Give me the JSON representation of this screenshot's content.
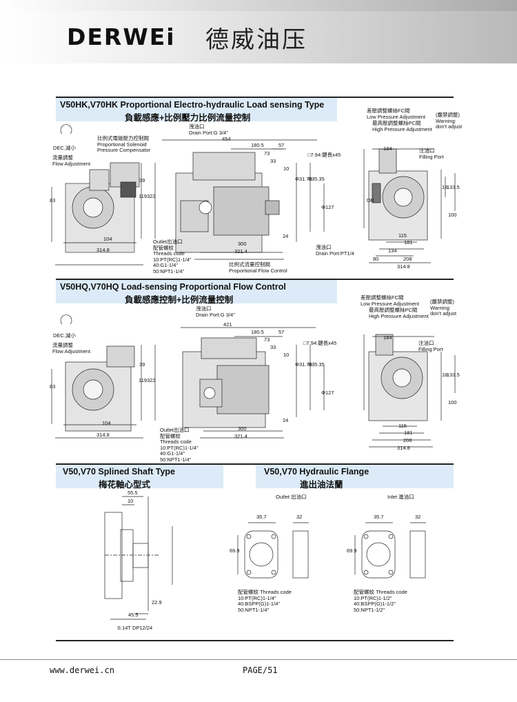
{
  "header": {
    "brand": "DERWEi",
    "brand_cn": "德威油压"
  },
  "section1": {
    "title_en": "V50HK,V70HK Proportional Electro-hydraulic Load sensing Type",
    "title_cn": "負載感應+比例壓力比例流量控制",
    "labels": {
      "dec": "DEC.減小",
      "flow_adj": "流量調整\nFlow Adjustment",
      "solenoid": "比例式電磁壓力控制閥\nProportional Solenoid\nPressure Compensator",
      "drain": "洩油口\nDrain Port:G 3/4\"",
      "outlet": "Outlet出油口\n配管螺紋\nThreads code\n10:PT(RC)1-1/4\"\n40:G1-1/4\"\n50:NPT1-1/4\"",
      "prop_flow": "比例式流量控制閥\nProportional Flow Control",
      "drain2": "洩油口\nDrain Port:PT1/4",
      "low_adj": "差壓調整螺絲FC閥\nLow Pressure Adjustment",
      "high_adj": "最高壓調整螺絲PC閥\nHigh Pressure Adjustment",
      "warning": "(嚴禁調整)\nWarning:\ndon't adjust",
      "filling": "注油口\nFilling Port",
      "key": "□7.94:鍵長x45",
      "dr": "DR"
    },
    "dims": {
      "d454": "454",
      "d180_5": "180.5",
      "d57": "57",
      "d73": "73",
      "d33": "33",
      "d10": "10",
      "d300": "300",
      "d321_4": "321.4",
      "d24": "24",
      "d104": "104",
      "d314_8": "314.8",
      "d83": "83",
      "d39": "39",
      "d119": "119",
      "d322": "322",
      "d184": "184",
      "d115": "115",
      "d181": "181",
      "d134": "134",
      "d80": "80",
      "d208": "208",
      "d314_8b": "314.8",
      "d18": "18",
      "d133_5": "133.5",
      "d100": "100",
      "phi31": "Φ31.75",
      "phi35": "Φ35.35",
      "phi127": "Φ127"
    }
  },
  "section2": {
    "title_en": "V50HQ,V70HQ Load-sensing Proportional Flow Control",
    "title_cn": "負載感應控制+比例流量控制",
    "labels": {
      "dec": "DEC.減小",
      "flow_adj": "流量調整\nFlow Adjustment",
      "drain": "洩油口\nDrain Port:G 3/4\"",
      "outlet": "Outlet出油口\n配管螺紋\nThreads code\n10:PT(RC)1-1/4\"\n40:G1-1/4\"\n50:NPT1-1/4\"",
      "low_adj": "差壓調整螺絲FC閥\nLow Pressure Adjustment",
      "high_adj": "最高壓調整螺絲PC閥\nHigh Pressure Adjustment",
      "warning": "(嚴禁調整)\nWarning:\ndon't adjust",
      "filling": "注油口\nFilling Port",
      "key": "□7.94:鍵長x45"
    },
    "dims": {
      "d421": "421",
      "d180_5": "180.5",
      "d57": "57",
      "d73": "73",
      "d33": "33",
      "d10": "10",
      "d300": "300",
      "d321_4": "321.4",
      "d24": "24",
      "d104": "104",
      "d314_8": "314.8",
      "d83": "83",
      "d39": "39",
      "d119": "119",
      "d322": "322",
      "d184": "184",
      "d115": "115",
      "d181": "181",
      "d208": "208",
      "d314_8b": "314.8",
      "d18": "18",
      "d133_5": "133.5",
      "d100": "100",
      "phi31": "Φ31.75",
      "phi35": "Φ35.35",
      "phi127": "Φ127"
    }
  },
  "section3": {
    "title_en": "V50,V70 Splined Shaft Type",
    "title_cn": "梅花軸心型式",
    "dims": {
      "d55_5": "55.5",
      "d10": "10",
      "d22_9": "22.9",
      "d45_5": "45.5",
      "spline": "S:14T DP12/24"
    }
  },
  "section4": {
    "title_en": "V50,V70 Hydraulic Flange",
    "title_cn": "進出油法蘭",
    "outlet_label": "Outlet 出油口",
    "inlet_label": "Inlet 進油口",
    "outlet_threads": "配管螺紋 Threads code\n10:PT(RC)1-1/4\"\n40:BSPP(G)1-1/4\"\n50:NPT1-1/4\"",
    "inlet_threads": "配管螺紋 Threads code\n10:PT(RC)1-1/2\"\n40:BSPP(G)1-1/2\"\n50:NPT1-1/2\"",
    "dims": {
      "d35_7": "35.7",
      "d32": "32",
      "d69_9": "69.9"
    }
  },
  "footer": {
    "url": "www.derwei.cn",
    "page": "PAGE/51"
  }
}
